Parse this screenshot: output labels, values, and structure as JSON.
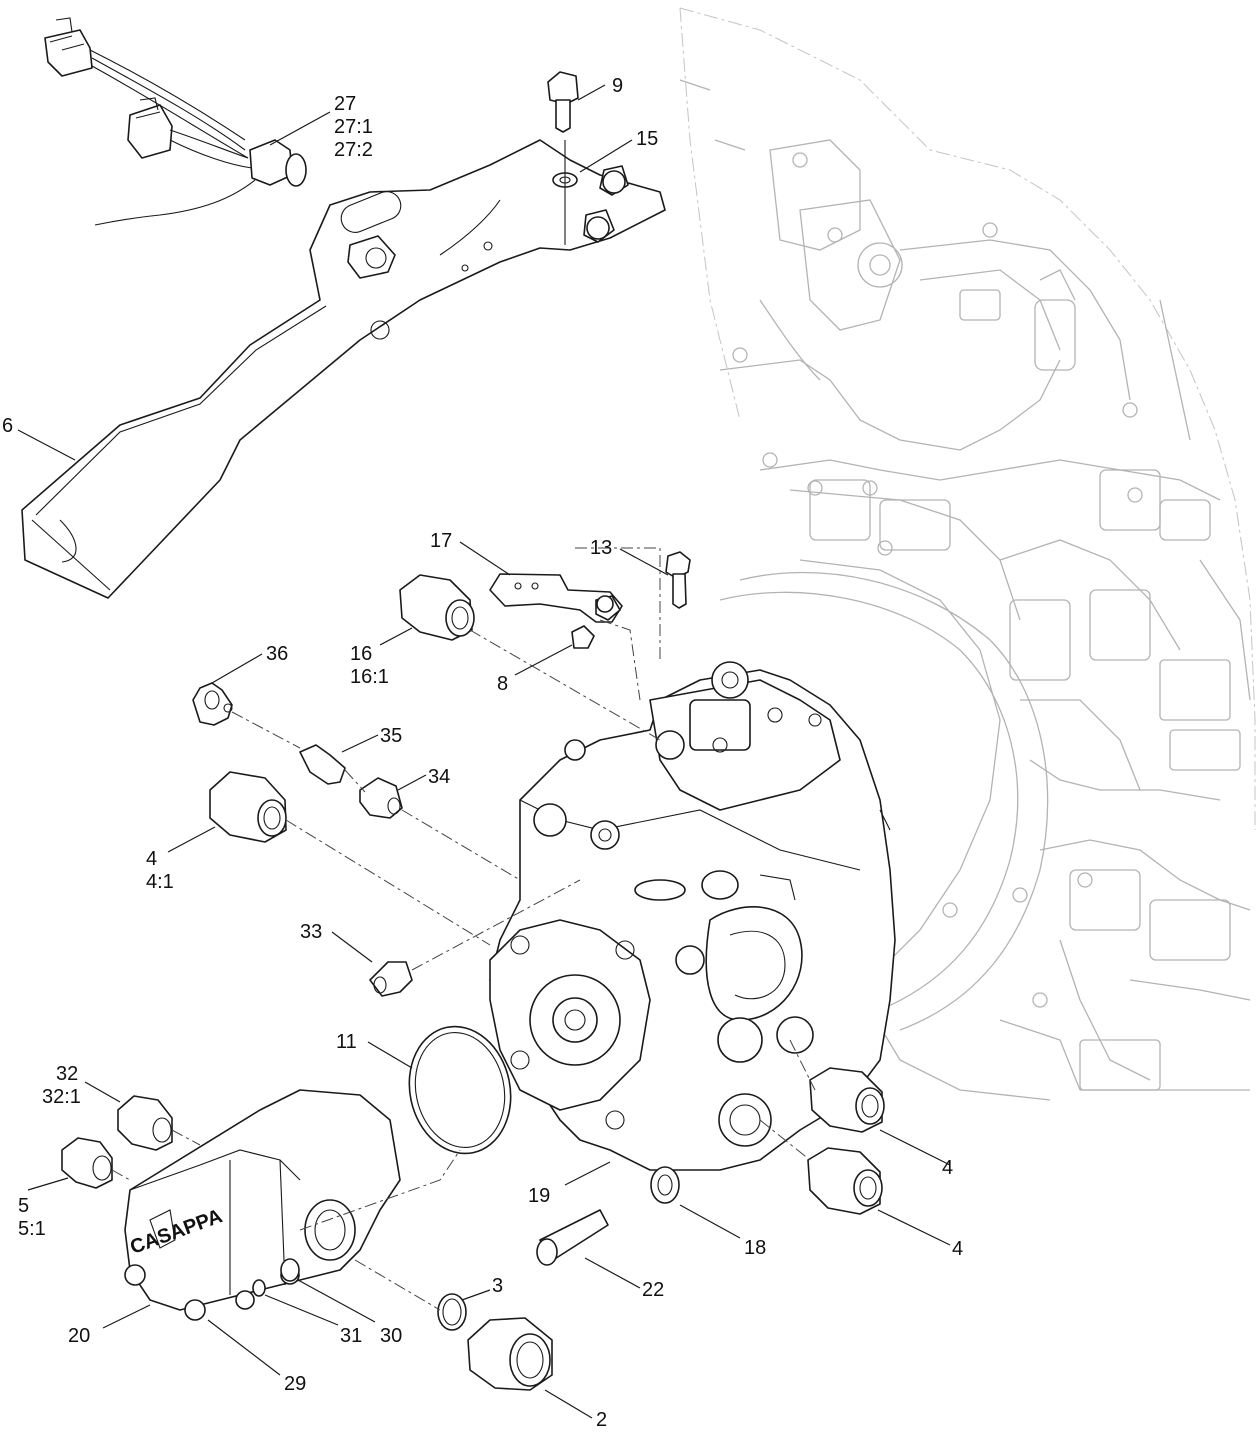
{
  "callouts": [
    {
      "id": "27",
      "lines": [
        "27",
        "27:1",
        "27:2"
      ]
    },
    {
      "id": "9",
      "lines": [
        "9"
      ]
    },
    {
      "id": "15",
      "lines": [
        "15"
      ]
    },
    {
      "id": "6",
      "lines": [
        "6"
      ]
    },
    {
      "id": "17",
      "lines": [
        "17"
      ]
    },
    {
      "id": "13",
      "lines": [
        "13"
      ]
    },
    {
      "id": "16",
      "lines": [
        "16",
        "16:1"
      ]
    },
    {
      "id": "8",
      "lines": [
        "8"
      ]
    },
    {
      "id": "36",
      "lines": [
        "36"
      ]
    },
    {
      "id": "35",
      "lines": [
        "35"
      ]
    },
    {
      "id": "34",
      "lines": [
        "34"
      ]
    },
    {
      "id": "4a",
      "lines": [
        "4",
        "4:1"
      ]
    },
    {
      "id": "33",
      "lines": [
        "33"
      ]
    },
    {
      "id": "11",
      "lines": [
        "11"
      ]
    },
    {
      "id": "32",
      "lines": [
        "32",
        "32:1"
      ]
    },
    {
      "id": "5",
      "lines": [
        "5",
        "5:1"
      ]
    },
    {
      "id": "4b",
      "lines": [
        "4"
      ]
    },
    {
      "id": "4c",
      "lines": [
        "4"
      ]
    },
    {
      "id": "19",
      "lines": [
        "19"
      ]
    },
    {
      "id": "18",
      "lines": [
        "18"
      ]
    },
    {
      "id": "22",
      "lines": [
        "22"
      ]
    },
    {
      "id": "3",
      "lines": [
        "3"
      ]
    },
    {
      "id": "31",
      "lines": [
        "31"
      ]
    },
    {
      "id": "30",
      "lines": [
        "30"
      ]
    },
    {
      "id": "20",
      "lines": [
        "20"
      ]
    },
    {
      "id": "29",
      "lines": [
        "29"
      ]
    },
    {
      "id": "2",
      "lines": [
        "2"
      ]
    }
  ],
  "markings": {
    "pump_brand": "CASAPPA"
  }
}
